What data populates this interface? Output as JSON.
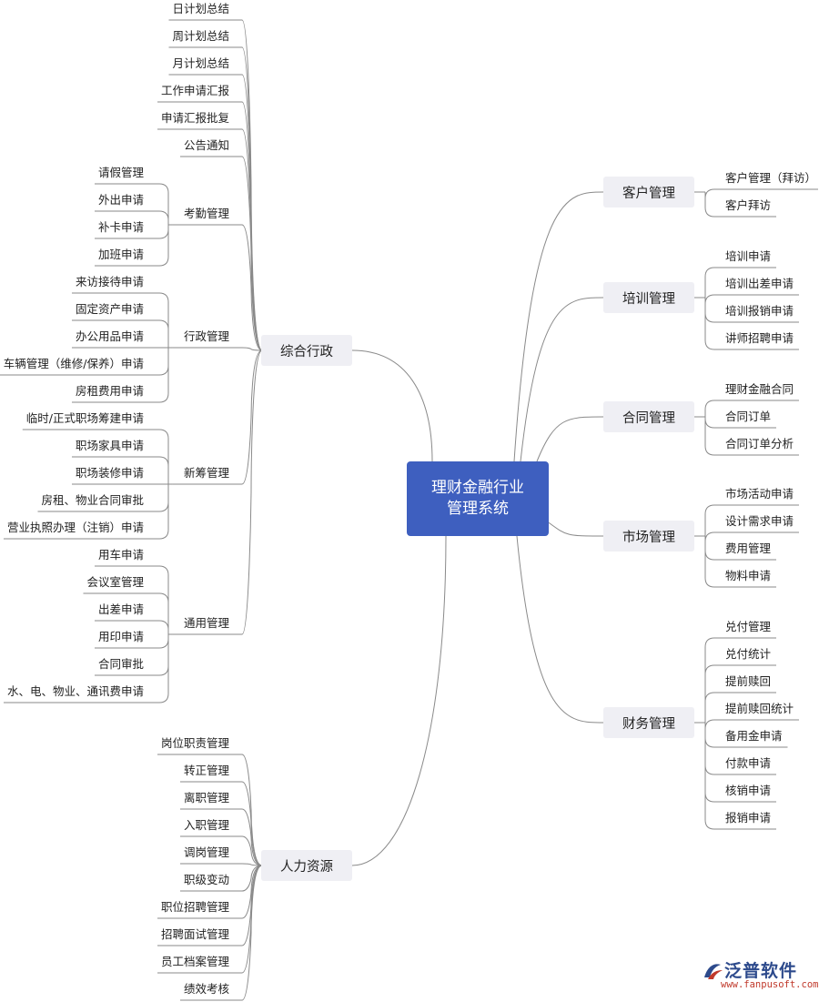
{
  "root": {
    "line1": "理财金融行业",
    "line2": "管理系统"
  },
  "colors": {
    "root_bg": "#3e5fbf",
    "branch_bg": "#efeff4",
    "line": "#8a8a8a"
  },
  "left_branches": [
    {
      "label": "综合行政",
      "items": [
        {
          "label": "日计划总结"
        },
        {
          "label": "周计划总结"
        },
        {
          "label": "月计划总结"
        },
        {
          "label": "工作申请汇报"
        },
        {
          "label": "申请汇报批复"
        },
        {
          "label": "公告通知"
        },
        {
          "label": "考勤管理",
          "leaves": [
            "请假管理",
            "外出申请",
            "补卡申请",
            "加班申请"
          ]
        },
        {
          "label": "行政管理",
          "leaves": [
            "来访接待申请",
            "固定资产申请",
            "办公用品申请",
            "车辆管理（维修/保养）申请",
            "房租费用申请"
          ]
        },
        {
          "label": "新筹管理",
          "leaves": [
            "临时/正式职场筹建申请",
            "职场家具申请",
            "职场装修申请",
            "房租、物业合同审批",
            "营业执照办理（注销）申请"
          ]
        },
        {
          "label": "通用管理",
          "leaves": [
            "用车申请",
            "会议室管理",
            "出差申请",
            "用印申请",
            "合同审批",
            "水、电、物业、通讯费申请"
          ]
        }
      ]
    },
    {
      "label": "人力资源",
      "items": [
        {
          "label": "岗位职责管理"
        },
        {
          "label": "转正管理"
        },
        {
          "label": "离职管理"
        },
        {
          "label": "入职管理"
        },
        {
          "label": "调岗管理"
        },
        {
          "label": "职级变动"
        },
        {
          "label": "职位招聘管理"
        },
        {
          "label": "招聘面试管理"
        },
        {
          "label": "员工档案管理"
        },
        {
          "label": "绩效考核"
        }
      ]
    }
  ],
  "right_branches": [
    {
      "label": "客户管理",
      "items": [
        "客户管理（拜访）",
        "客户拜访"
      ]
    },
    {
      "label": "培训管理",
      "items": [
        "培训申请",
        "培训出差申请",
        "培训报销申请",
        "讲师招聘申请"
      ]
    },
    {
      "label": "合同管理",
      "items": [
        "理财金融合同",
        "合同订单",
        "合同订单分析"
      ]
    },
    {
      "label": "市场管理",
      "items": [
        "市场活动申请",
        "设计需求申请",
        "费用管理",
        "物料申请"
      ]
    },
    {
      "label": "财务管理",
      "items": [
        "兑付管理",
        "兑付统计",
        "提前赎回",
        "提前赎回统计",
        "备用金申请",
        "付款申请",
        "核销申请",
        "报销申请"
      ]
    }
  ],
  "watermark": {
    "brand": "泛普软件",
    "url": "www.fanpusoft.com",
    "icon": "fanpu-logo-icon"
  }
}
